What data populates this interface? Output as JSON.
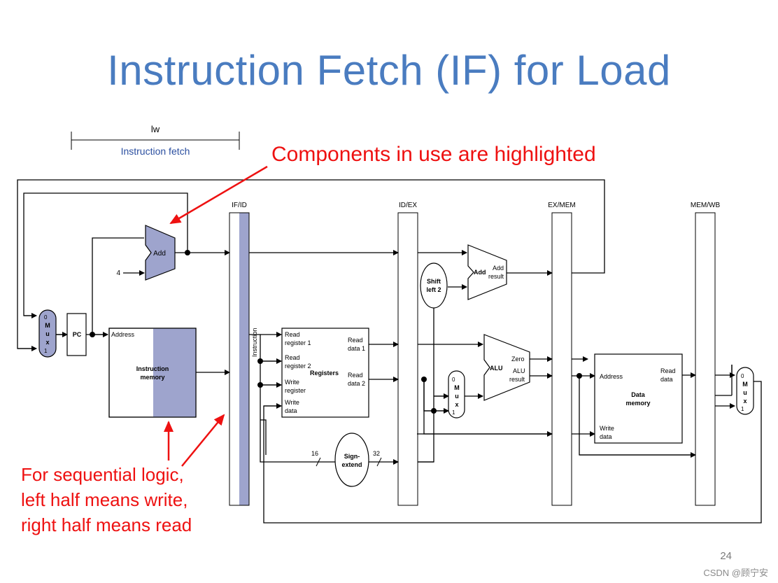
{
  "title": "Instruction Fetch (IF) for Load",
  "callouts": {
    "top": "Components in use are highlighted",
    "bottom": [
      "For sequential logic,",
      "left half means write,",
      "right half means read"
    ]
  },
  "stage_bracket": {
    "instr": "lw",
    "label": "Instruction fetch"
  },
  "pipeline_registers": [
    "IF/ID",
    "ID/EX",
    "EX/MEM",
    "MEM/WB"
  ],
  "components": {
    "pc": "PC",
    "add_if": "Add",
    "constant_four": "4",
    "mux_if": [
      "0",
      "M",
      "u",
      "x",
      "1"
    ],
    "instruction_memory": {
      "address": "Address",
      "name_line1": "Instruction",
      "name_line2": "memory"
    },
    "instruction_bus": "Instruction",
    "registers": {
      "read_reg1": [
        "Read",
        "register 1"
      ],
      "read_reg2": [
        "Read",
        "register 2"
      ],
      "write_reg": [
        "Write",
        "register"
      ],
      "write_data": [
        "Write",
        "data"
      ],
      "read_data1": [
        "Read",
        "data 1"
      ],
      "read_data2": [
        "Read",
        "data 2"
      ],
      "name": "Registers"
    },
    "sign_extend": [
      "Sign-",
      "extend"
    ],
    "bus_width_in": "16",
    "bus_width_out": "32",
    "shift_left": [
      "Shift",
      "left 2"
    ],
    "add_ex": {
      "name": "Add",
      "result": [
        "Add",
        "result"
      ]
    },
    "mux_ex": [
      "0",
      "M",
      "u",
      "x",
      "1"
    ],
    "alu": {
      "name": "ALU",
      "zero": "Zero",
      "result": [
        "ALU",
        "result"
      ]
    },
    "data_memory": {
      "address": "Address",
      "read_data": [
        "Read",
        "data"
      ],
      "write_data": [
        "Write",
        "data"
      ],
      "name": [
        "Data",
        "memory"
      ]
    },
    "mux_wb": [
      "0",
      "M",
      "u",
      "x",
      "1"
    ]
  },
  "colors": {
    "title": "#4a7cc0",
    "callout": "#ee1111",
    "highlight": "#9ea4cd",
    "bracket_label": "#2b4fa0"
  },
  "page_number": "24",
  "watermark": "CSDN @顾宁安"
}
